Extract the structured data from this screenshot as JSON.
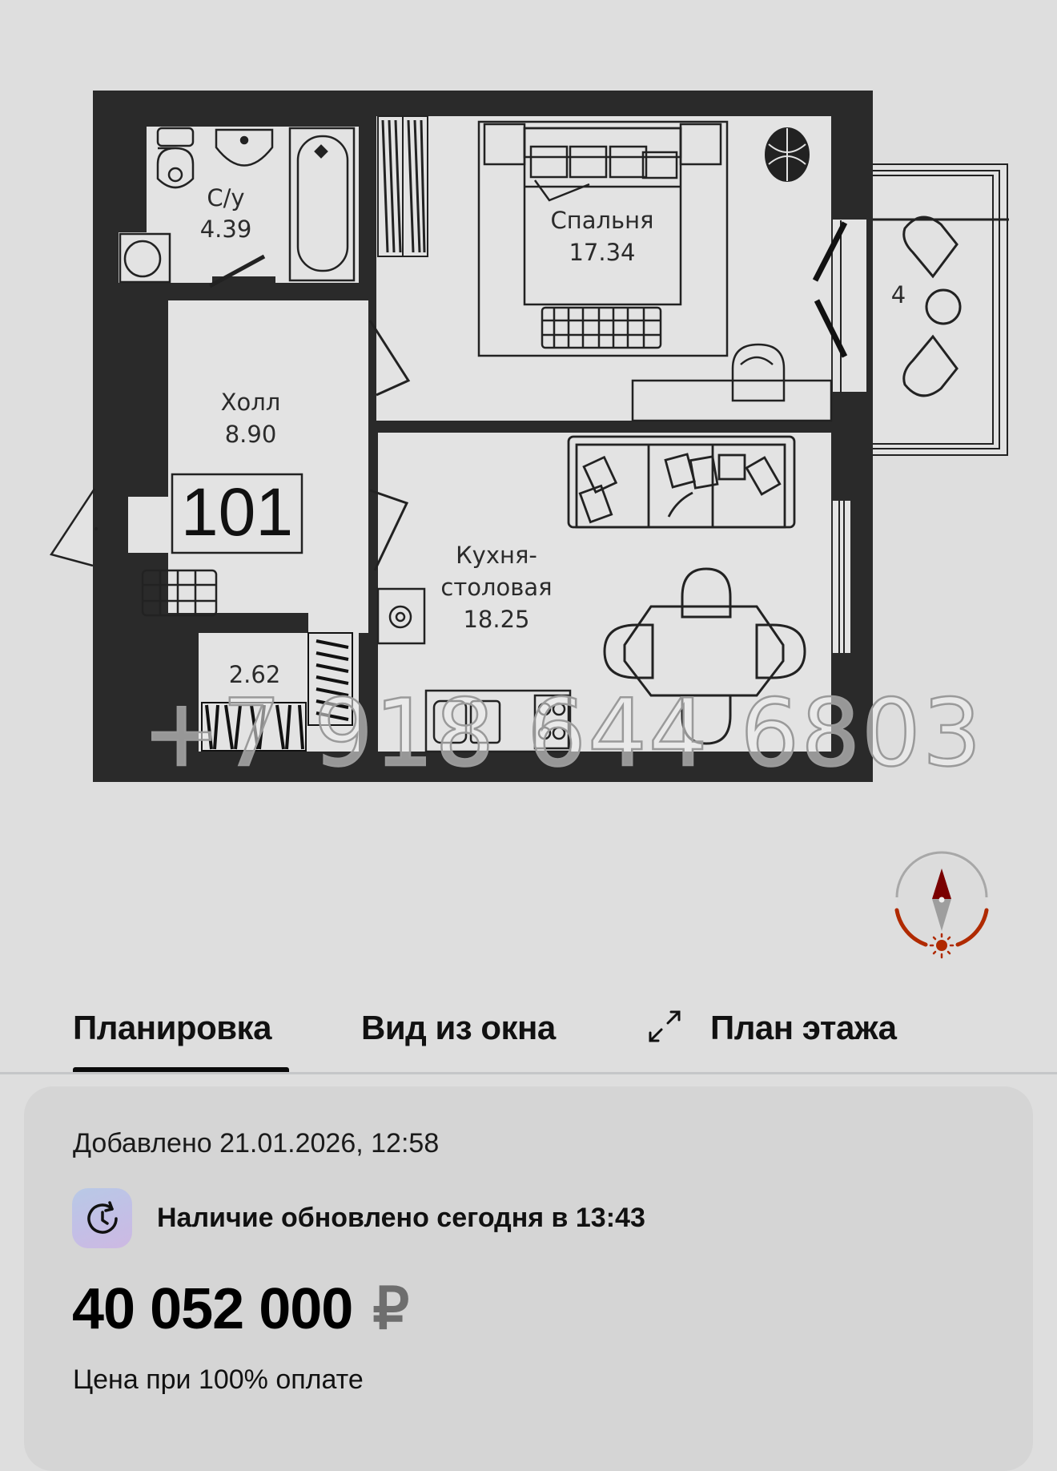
{
  "floor_plan": {
    "apartment_number": "101",
    "rooms": [
      {
        "name": "С/у",
        "area": "4.39"
      },
      {
        "name": "Спальня",
        "area": "17.34"
      },
      {
        "name": "Холл",
        "area": "8.90"
      },
      {
        "name": "Кухня-",
        "name2": "столовая",
        "area": "18.25"
      },
      {
        "name": "",
        "area": "2.62"
      }
    ],
    "balcony_label": "4",
    "watermark": "+7 918 644 6803"
  },
  "compass": {
    "icon": "compass-icon",
    "north_color": "#7a0000",
    "sun_color": "#b22800"
  },
  "tabs": {
    "items": [
      {
        "label": "Планировка",
        "active": true
      },
      {
        "label": "Вид из окна",
        "active": false
      },
      {
        "label": "План этажа",
        "active": false
      }
    ],
    "expand_icon": "expand-arrows-icon"
  },
  "info": {
    "added": "Добавлено 21.01.2026, 12:58",
    "availability": "Наличие обновлено сегодня в 13:43",
    "availability_icon": "clock-refresh-icon",
    "price": "40 052 000",
    "currency": "₽",
    "price_note": "Цена при 100% оплате"
  }
}
